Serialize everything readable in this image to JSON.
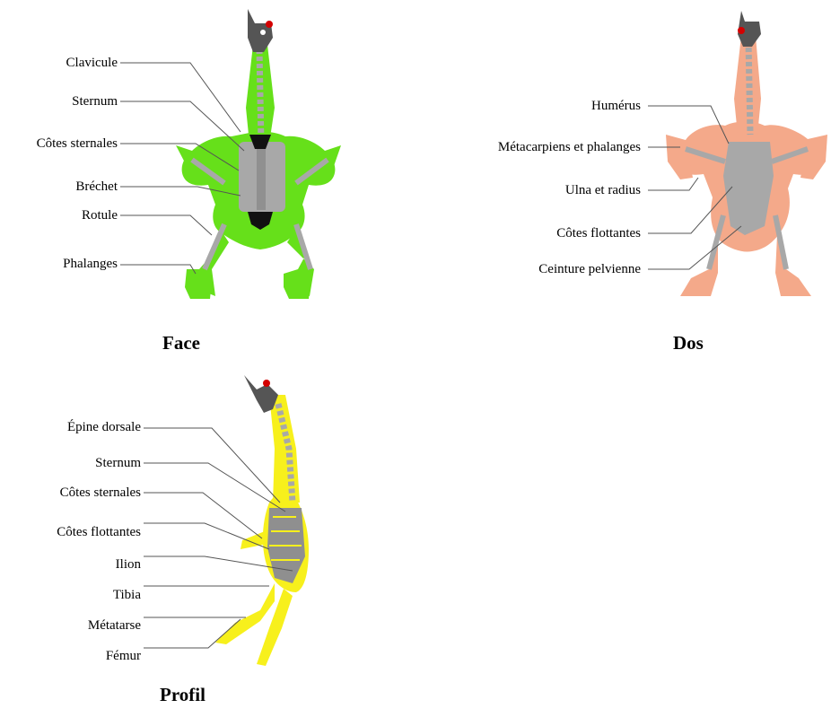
{
  "panels": {
    "face": {
      "caption": "Face",
      "fill_color": "#66e01a",
      "labels": [
        "Clavicule",
        "Sternum",
        "Côtes sternales",
        "Bréchet",
        "Rotule",
        "Phalanges"
      ]
    },
    "dos": {
      "caption": "Dos",
      "fill_color": "#f4a98a",
      "labels": [
        "Humérus",
        "Métacarpiens et phalanges",
        "Ulna et radius",
        "Côtes flottantes",
        "Ceinture pelvienne"
      ]
    },
    "profil": {
      "caption": "Profil",
      "fill_color": "#f7f01c",
      "labels": [
        "Épine dorsale",
        "Sternum",
        "Côtes sternales",
        "Côtes flottantes",
        "Ilion",
        "Tibia",
        "Métatarse",
        "Fémur"
      ]
    }
  },
  "colors": {
    "bone": "#a8a8a8",
    "head": "#555555",
    "comb": "#d40000",
    "line": "#555555"
  }
}
